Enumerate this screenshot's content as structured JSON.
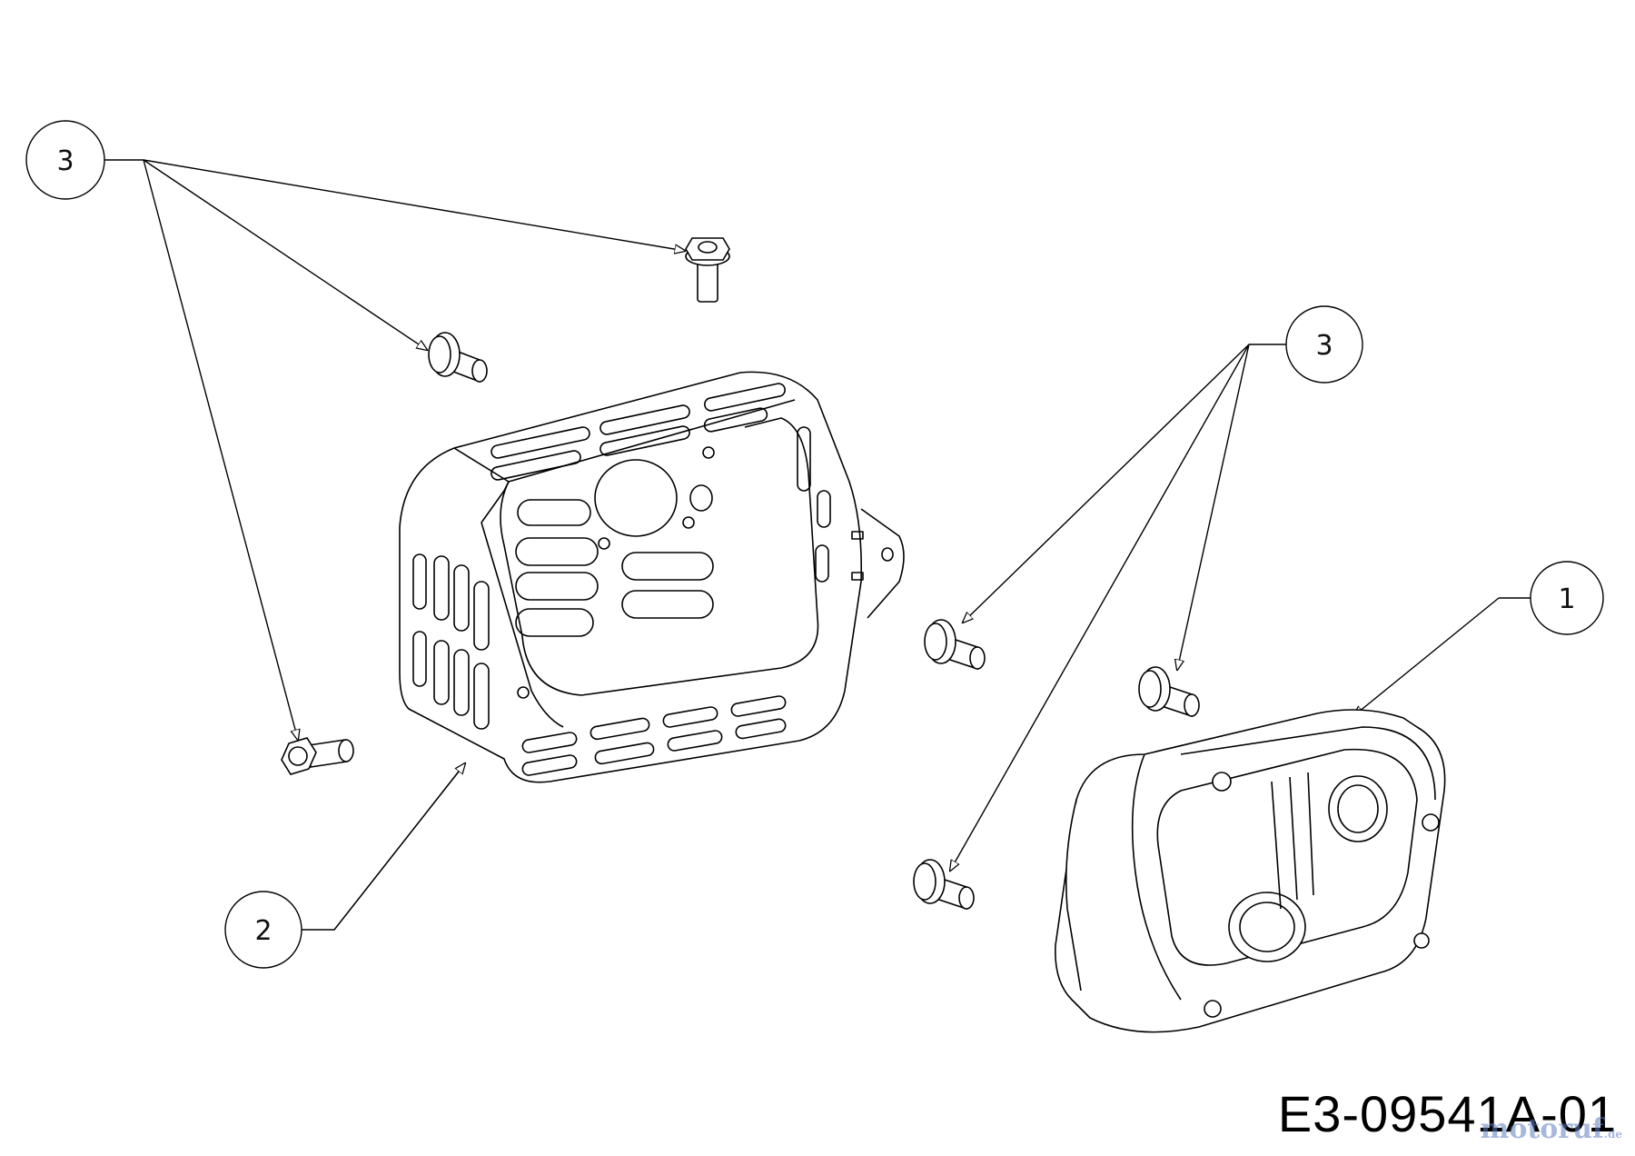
{
  "callouts": {
    "part_1": "1",
    "part_2": "2",
    "part_3_left": "3",
    "part_3_right": "3"
  },
  "drawing_number": "E3-09541A-01",
  "watermark": {
    "brand": "motoruf",
    "suffix": ".de",
    "color": "#5f7fc0"
  }
}
